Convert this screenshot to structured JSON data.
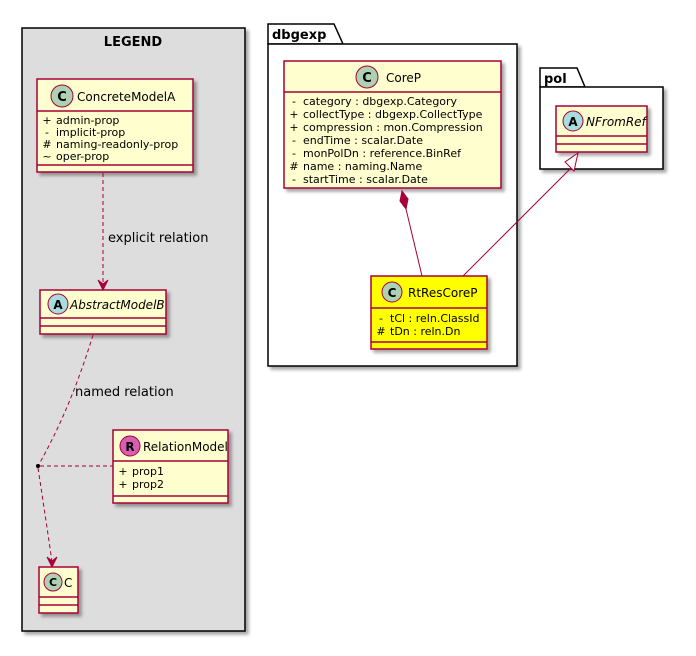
{
  "legend": {
    "title": "LEGEND",
    "concrete": {
      "name": "ConcreteModelA",
      "stereotype": "C",
      "props": [
        {
          "vis": "+",
          "text": "admin-prop"
        },
        {
          "vis": "-",
          "text": "implicit-prop"
        },
        {
          "vis": "#",
          "text": "naming-readonly-prop"
        },
        {
          "vis": "~",
          "text": "oper-prop"
        }
      ]
    },
    "abstract": {
      "name": "AbstractModelB",
      "stereotype": "A"
    },
    "relation_model": {
      "name": "RelationModel",
      "stereotype": "R",
      "props": [
        {
          "vis": "+",
          "text": "prop1"
        },
        {
          "vis": "+",
          "text": "prop2"
        }
      ]
    },
    "c_class": {
      "name": "C",
      "stereotype": "C"
    },
    "explicit_label": "explicit relation",
    "named_label": "named relation"
  },
  "dbgexp": {
    "package_name": "dbgexp",
    "corep": {
      "name": "CoreP",
      "stereotype": "C",
      "props": [
        {
          "vis": "-",
          "text": "category : dbgexp.Category"
        },
        {
          "vis": "+",
          "text": "collectType : dbgexp.CollectType"
        },
        {
          "vis": "+",
          "text": "compression : mon.Compression"
        },
        {
          "vis": "-",
          "text": "endTime : scalar.Date"
        },
        {
          "vis": "-",
          "text": "monPolDn : reference.BinRef"
        },
        {
          "vis": "#",
          "text": "name : naming.Name"
        },
        {
          "vis": "-",
          "text": "startTime : scalar.Date"
        }
      ]
    },
    "rtres": {
      "name": "RtResCoreP",
      "stereotype": "C",
      "props": [
        {
          "vis": "-",
          "text": "tCl : reln.ClassId"
        },
        {
          "vis": "#",
          "text": "tDn : reln.Dn"
        }
      ]
    }
  },
  "pol": {
    "package_name": "pol",
    "nfromref": {
      "name": "NFromRef",
      "stereotype": "A"
    }
  },
  "colors": {
    "legend_bg": "#DDDDDD",
    "class_bg": "#FEFECE",
    "highlight_bg": "#FFFF00",
    "border": "#A80036",
    "circle_c": "#ADD1B2",
    "circle_a": "#A9DCDF",
    "circle_r": "#D65FB4"
  }
}
